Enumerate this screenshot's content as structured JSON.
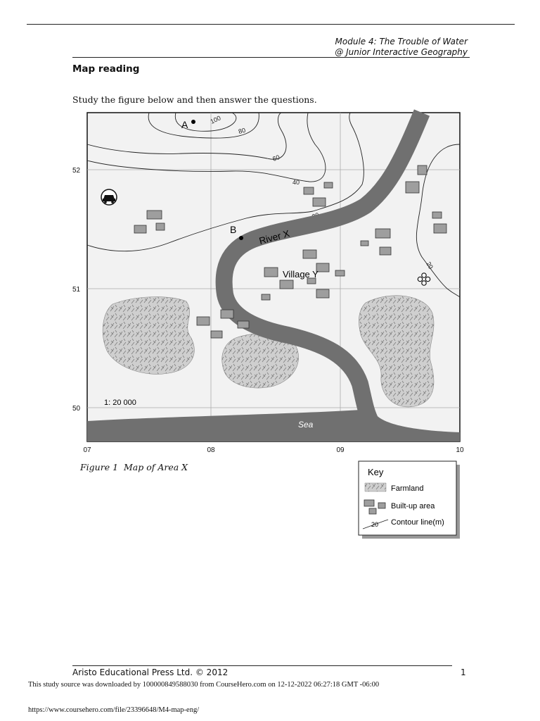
{
  "header": {
    "module": "Module 4: The Trouble of Water",
    "series": "@ Junior Interactive Geography"
  },
  "section_title": "Map reading",
  "instruction": "Study the figure below and then answer the questions.",
  "map": {
    "contour_labels": [
      "100",
      "80",
      "60",
      "40",
      "20",
      "20"
    ],
    "point_labels": [
      "A",
      "B"
    ],
    "river_label": "River X",
    "village_label": "Village Y",
    "sea_label": "Sea",
    "scale": "1: 20 000",
    "northings": [
      "52",
      "51",
      "50"
    ],
    "eastings": [
      "07",
      "08",
      "09",
      "10"
    ],
    "symbols": [
      "car-symbol",
      "clover-symbol"
    ]
  },
  "caption": "Figure 1  Map of Area X",
  "key": {
    "title": "Key",
    "items": [
      {
        "symbol": "farmland",
        "label": "Farmland"
      },
      {
        "symbol": "built-up",
        "label": "Built-up area"
      },
      {
        "symbol": "contour",
        "sample": "20",
        "label": "Contour line(m)"
      }
    ]
  },
  "footer": {
    "publisher": "Aristo Educational Press Ltd. © 2012",
    "page_number": "1",
    "download_notice": "This study source was downloaded by 100000849588030 from CourseHero.com on 12-12-2022 06:27:18 GMT -06:00",
    "url": "https://www.coursehero.com/file/23396648/M4-map-eng/"
  },
  "colors": {
    "map_background": "#f2f2f2",
    "river_sea": "#707070",
    "building": "#9e9e9e",
    "farmland": "#cfcfcf"
  }
}
